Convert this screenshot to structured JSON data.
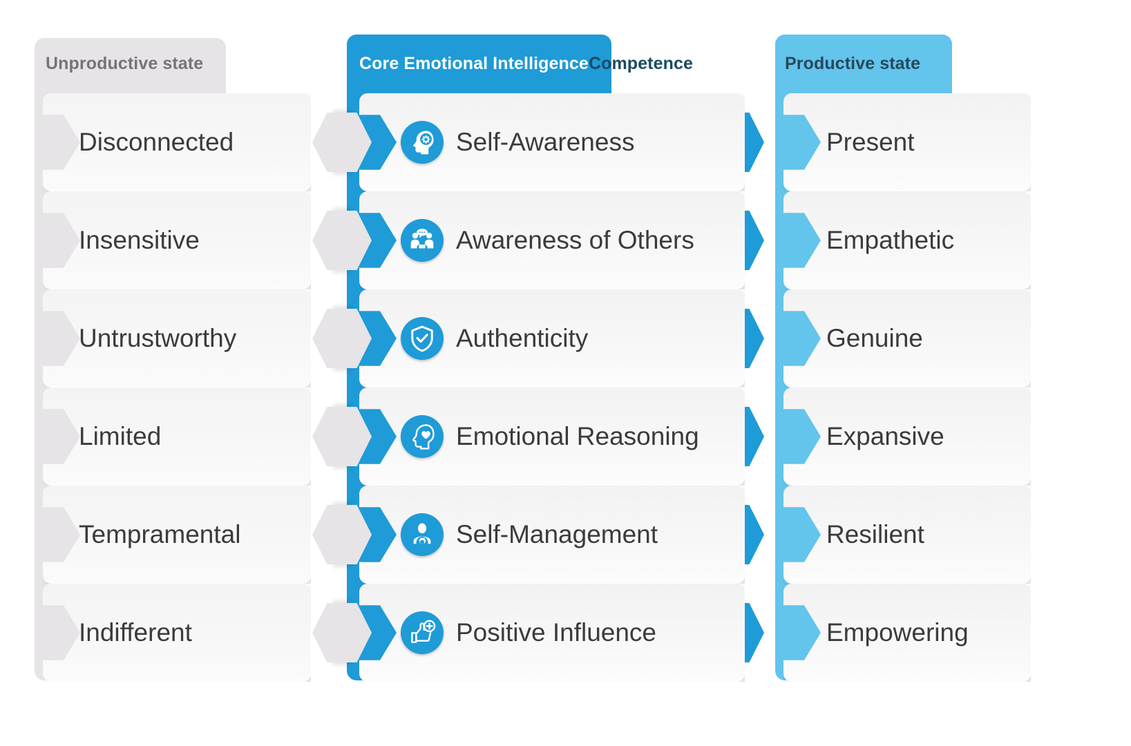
{
  "columns": {
    "left": {
      "header": "Unproductive state",
      "accent": "#e6e4e6",
      "text_color": "#777477"
    },
    "center": {
      "header_primary": "Core Emotional Intelligence",
      "header_overflow": "Competence",
      "accent": "#1f9bd7",
      "text_color": "#ffffff",
      "overflow_color": "#1b4a63"
    },
    "right": {
      "header": "Productive state",
      "accent": "#63c4ec",
      "text_color": "#26495c"
    }
  },
  "rows": [
    {
      "unproductive": "Disconnected",
      "competence": "Self-Awareness",
      "icon": "head-gear-icon",
      "productive": "Present"
    },
    {
      "unproductive": "Insensitive",
      "competence": "Awareness of Others",
      "icon": "two-people-speech-icon",
      "productive": "Empathetic"
    },
    {
      "unproductive": "Untrustworthy",
      "competence": "Authenticity",
      "icon": "shield-check-icon",
      "productive": "Genuine"
    },
    {
      "unproductive": "Limited",
      "competence": "Emotional Reasoning",
      "icon": "head-heart-icon",
      "productive": "Expansive"
    },
    {
      "unproductive": "Tempramental",
      "competence": "Self-Management",
      "icon": "person-gear-icon",
      "productive": "Resilient"
    },
    {
      "unproductive": "Indifferent",
      "competence": "Positive Influence",
      "icon": "thumbs-up-plus-icon",
      "productive": "Empowering"
    }
  ]
}
